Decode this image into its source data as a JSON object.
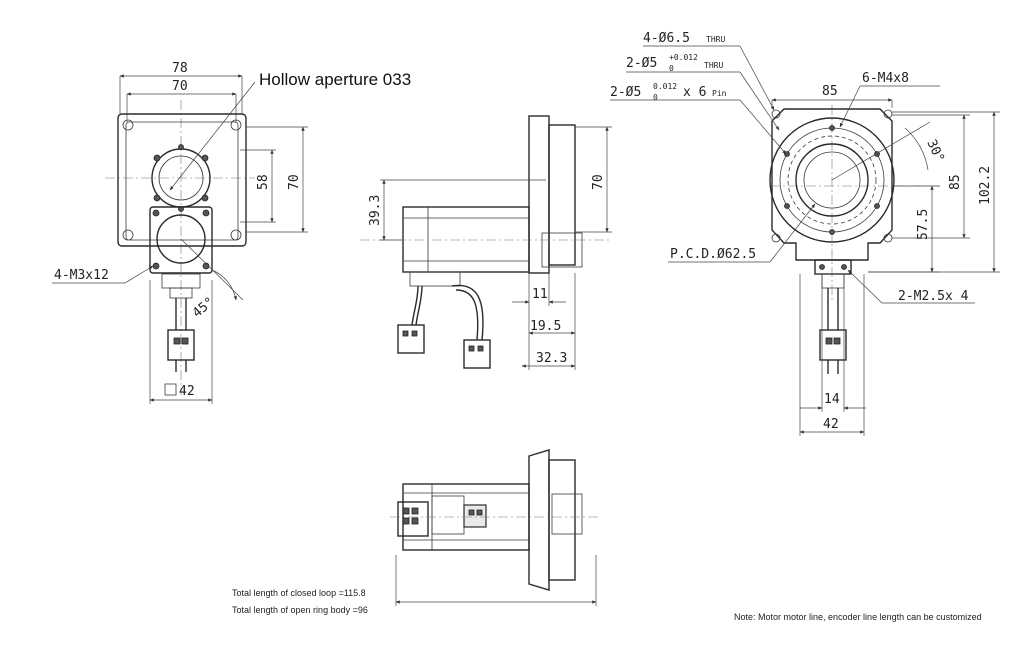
{
  "front_view": {
    "dim_78": "78",
    "dim_70_top": "70",
    "dim_58": "58",
    "dim_70_side": "70",
    "hollow_label": "Hollow aperture 033",
    "screw_label": "4-M3x12",
    "angle_label": "45°",
    "square_label": "42"
  },
  "side_view": {
    "dim_39_3": "39.3",
    "dim_70": "70",
    "dim_11": "11",
    "dim_19_5": "19.5",
    "dim_32_3": "32.3"
  },
  "right_view": {
    "holes_label": "4-Ø6.5",
    "holes_suffix": "THRU",
    "pin_hole_label": "2-Ø5",
    "pin_hole_tol_upper": "+0.012",
    "pin_hole_tol_lower": "0",
    "pin_hole_suffix": "THRU",
    "pin_label": "2-Ø5",
    "pin_tol_upper": "0.012",
    "pin_tol_lower": "0",
    "pin_suffix": "x 6",
    "pin_word": "Pin",
    "tapped_label": "6-M4x8",
    "dim_85_top": "85",
    "dim_85_side": "85",
    "dim_102_2": "102.2",
    "dim_57_5": "57.5",
    "angle_label": "30°",
    "pcd_label": "P.C.D.Ø62.5",
    "screw_label": "2-M2.5x 4",
    "dim_14": "14",
    "dim_42": "42"
  },
  "notes": {
    "closed_loop": "Total length of closed loop =115.8",
    "open_ring": "Total length of open ring body =96",
    "note": "Note: Motor motor line, encoder line length can be customized"
  }
}
